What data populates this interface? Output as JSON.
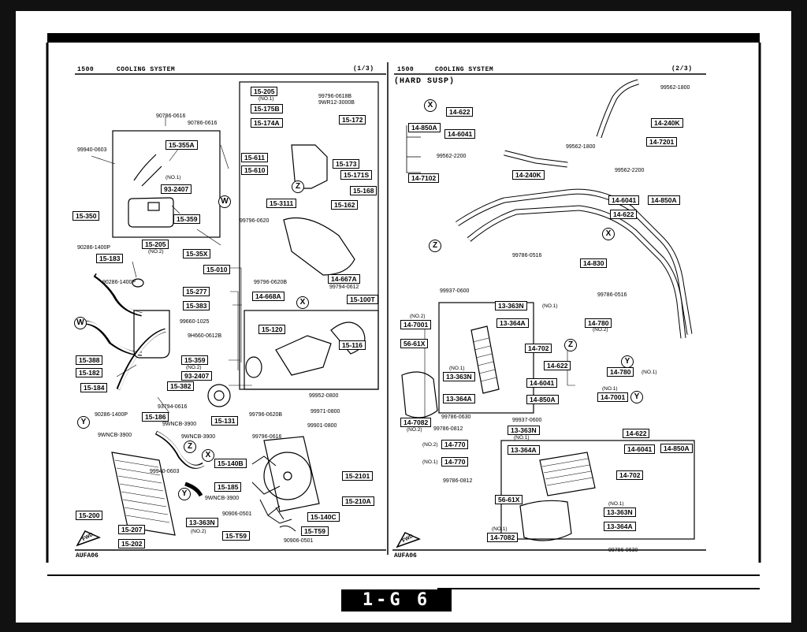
{
  "header": {
    "left_model": "1500",
    "left_title": "COOLING SYSTEM",
    "left_page": "(1/3)",
    "right_model": "1500",
    "right_title": "COOLING SYSTEM",
    "right_page": "(2/3)",
    "right_sub": "(HARD SUSP)"
  },
  "footer": {
    "left_code": "AUFA06",
    "right_code": "AUFA06",
    "page_number": "1-G 6",
    "fwd": "FWD"
  },
  "markers": [
    "W",
    "Z",
    "X",
    "Y"
  ],
  "left_part_boxes": [
    "15-355A",
    "93-2407",
    "15-350",
    "15-359",
    "15-183",
    "15-205",
    "15-35X",
    "15-010",
    "15-277",
    "15-383",
    "15-388",
    "15-359",
    "93-2407",
    "15-182",
    "15-184",
    "15-382",
    "15-131",
    "15-186",
    "15-200",
    "15-207",
    "15-202",
    "15-140B",
    "15-185",
    "13-363N",
    "15-T59",
    "15-205",
    "15-175B",
    "15-174A",
    "15-172",
    "15-611",
    "15-610",
    "15-3111",
    "15-173",
    "15-171S",
    "15-168",
    "15-162",
    "14-667A",
    "14-668A",
    "15-100T",
    "15-120",
    "15-116",
    "15-2101",
    "15-210A",
    "15-140C",
    "15-T59"
  ],
  "left_part_numbers": [
    "90786-0616",
    "90786-0616",
    "99940-0603",
    "90286-1400P",
    "90286-1400P",
    "99660-1025",
    "9H660-0612B",
    "90286-1400P",
    "93794-0616",
    "9WNCB-3900",
    "9WNCB-3900",
    "9WNCB-3900",
    "99940-0603",
    "9WNCB-3900",
    "99796-0618B",
    "9WR12-3000B",
    "99796-0620",
    "99796-0620B",
    "99794-0612",
    "99796-0620B",
    "99952-0800",
    "99971-0800",
    "99901-0800",
    "99796-0616",
    "90906-0501",
    "90906-0501"
  ],
  "left_notes": [
    "(NO.1)",
    "(NO.2)",
    "(NO.2)",
    "(NO.1)",
    "(NO.2)"
  ],
  "right_part_boxes": [
    "14-622",
    "14-850A",
    "14-6041",
    "14-7102",
    "14-240K",
    "14-240K",
    "14-7201",
    "14-6041",
    "14-850A",
    "14-622",
    "14-830",
    "13-363N",
    "13-364A",
    "14-7001",
    "14-780",
    "56-61X",
    "14-702",
    "14-622",
    "13-363N",
    "14-6041",
    "14-850A",
    "13-364A",
    "14-780",
    "14-7082",
    "14-7001",
    "13-363N",
    "13-364A",
    "14-770",
    "14-770",
    "14-622",
    "14-6041",
    "14-850A",
    "14-702",
    "56-61X",
    "13-363N",
    "13-364A",
    "14-7082"
  ],
  "right_part_numbers": [
    "99562-1800",
    "99562-1800",
    "99562-2200",
    "99562-2200",
    "99786-0516",
    "99786-0516",
    "99937-0600",
    "99786-0630",
    "99786-0812",
    "99937-0600",
    "99786-0812",
    "99786-0630"
  ],
  "right_notes": [
    "(NO.1)",
    "(NO.2)",
    "(NO.2)",
    "(NO.1)",
    "(NO.2)",
    "(NO.1)",
    "(NO.1)",
    "(NO.1)",
    "(NO.2)",
    "(NO.1)",
    "(NO.1)",
    "(NO.1)"
  ],
  "colors": {
    "ink": "#000000",
    "paper": "#ffffff",
    "frame": "#111111"
  }
}
